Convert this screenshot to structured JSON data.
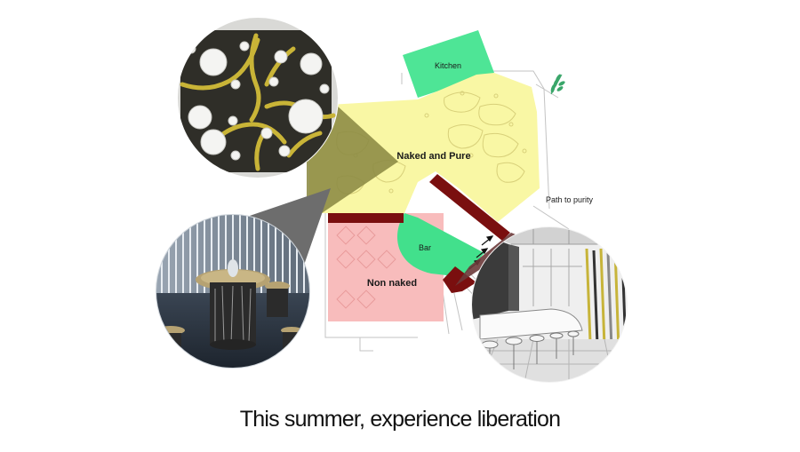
{
  "zones": {
    "kitchen": "Kitchen",
    "naked_and_pure": "Naked and Pure",
    "bar": "Bar",
    "non_naked": "Non naked",
    "path_to_purity": "Path to purity"
  },
  "caption": "This summer, experience liberation",
  "colors": {
    "kitchen": "#4ee596",
    "naked_zone": "#f9f7a4",
    "non_naked_zone": "#f8bcbc",
    "bar": "#42e08c",
    "partition": "#7a0f0f",
    "callout_yellow": "#8b8a43",
    "callout_grey": "#6d6d6d",
    "callout_red": "#7b1d1d",
    "floor_lines": "#b9b9b9"
  }
}
